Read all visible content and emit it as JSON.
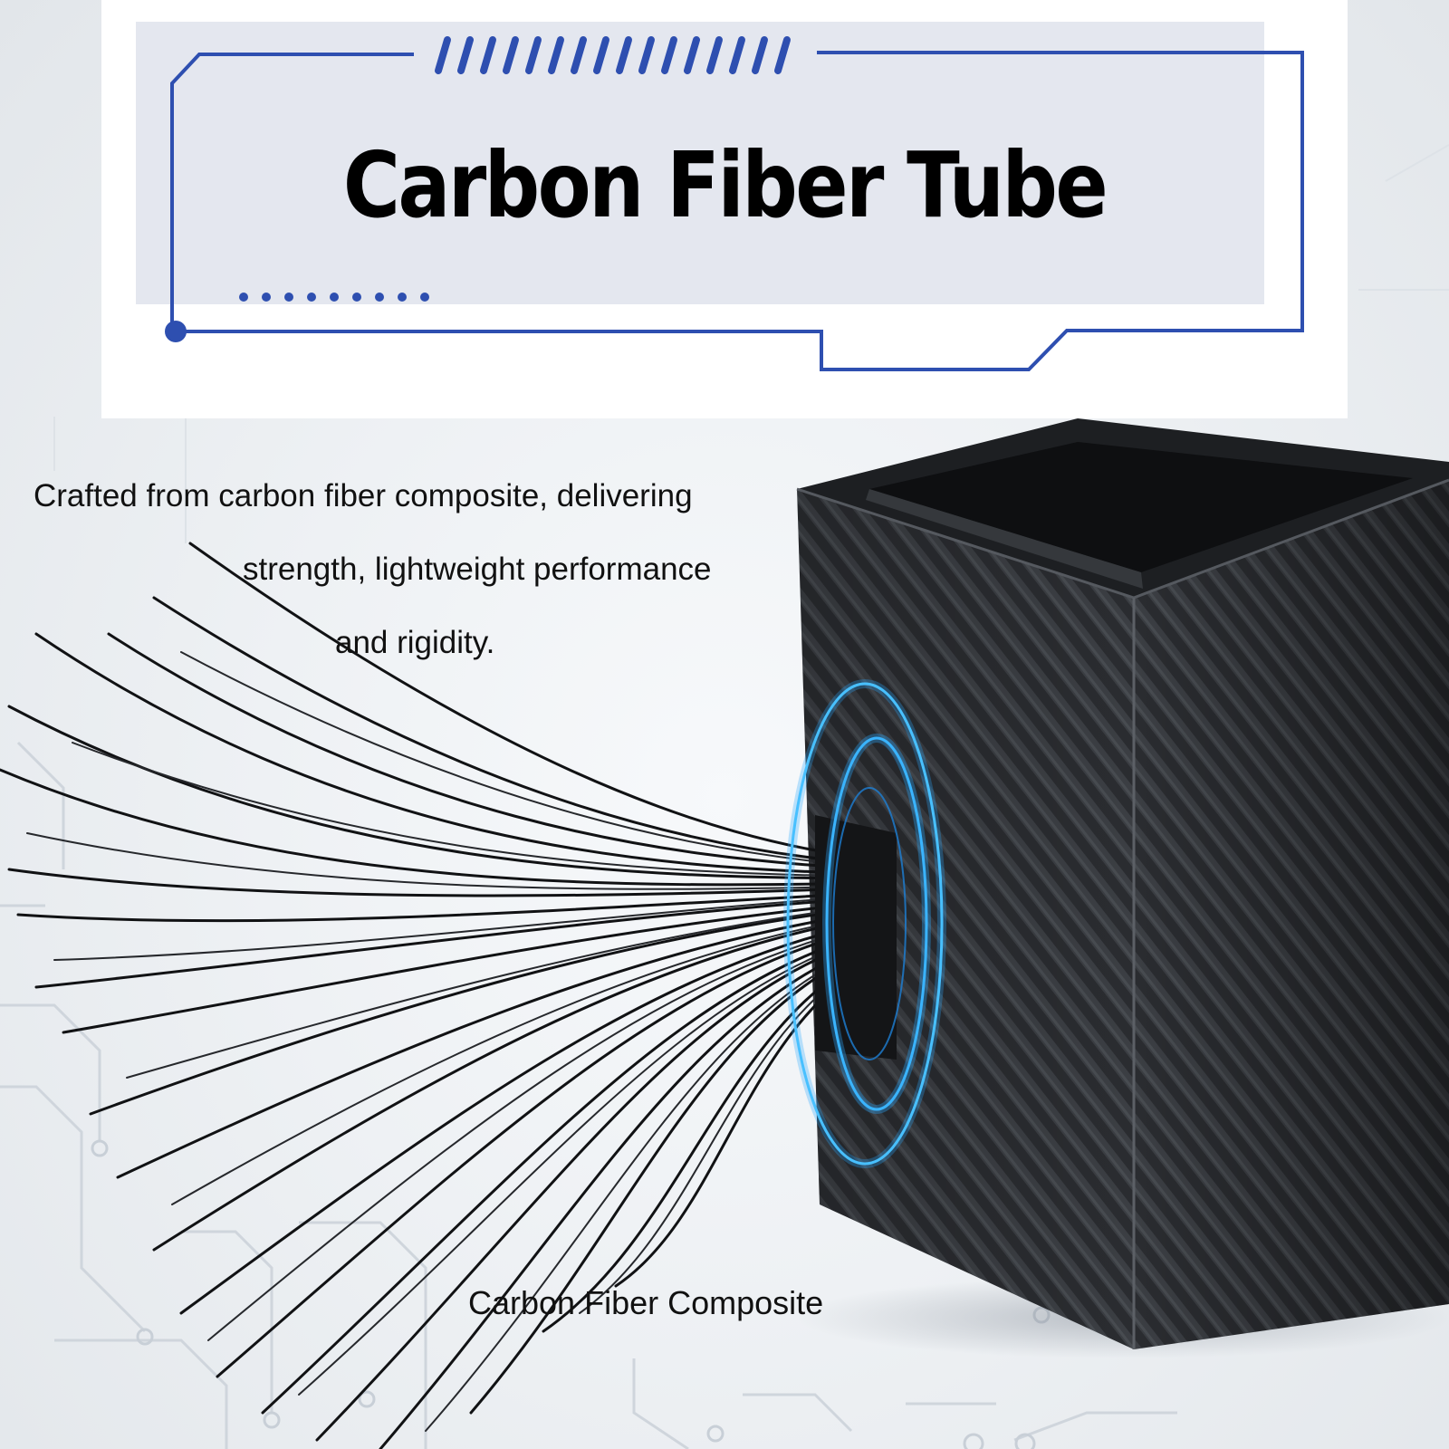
{
  "banner": {
    "title": "Carbon Fiber Tube"
  },
  "description": {
    "line1": "Crafted from carbon fiber composite, delivering",
    "line2": "strength, lightweight performance",
    "line3": "and rigidity."
  },
  "caption": "Carbon Fiber Composite",
  "colors": {
    "accent_blue": "#2e4fb0",
    "glow_blue": "#2aa8ff",
    "carbon_dark": "#1c1e21",
    "panel": "#e4e7ef"
  }
}
